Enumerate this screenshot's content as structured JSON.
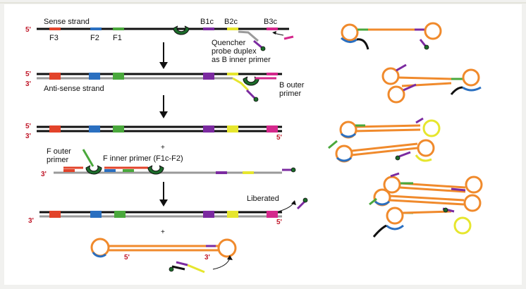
{
  "colors": {
    "backbone": "#111111",
    "gray": "#9a9a9a",
    "orange": "#f08a2c",
    "blue": "#2a6fc0",
    "green": "#4aa83c",
    "purple": "#7b2aa0",
    "yellow": "#e6e62e",
    "magenta": "#d4288c",
    "red_region": "#e2432a",
    "enzyme": "#1c6b2a",
    "end_label": "#c0182a"
  },
  "stage1": {
    "sense_label": "Sense strand",
    "five_prime": "5'",
    "b1c": "B1c",
    "b2c": "B2c",
    "b3c": "B3c",
    "f3": "F3",
    "f2": "F2",
    "f1": "F1",
    "quencher_line1": "Quencher",
    "quencher_line2": "probe duplex",
    "quencher_line3": "as B inner primer"
  },
  "stage2": {
    "five_prime": "5'",
    "three_prime": "3'",
    "antisense_label": "Anti-sense strand",
    "b_outer_line1": "B outer",
    "b_outer_line2": "primer"
  },
  "stage3": {
    "five_prime": "5'",
    "three_prime": "3'",
    "right_five_prime": "5'",
    "plus": "+",
    "f_outer_line1": "F outer",
    "f_outer_line2": "primer",
    "f_inner": "F inner primer (F1c-F2)",
    "three_prime_template": "3'"
  },
  "stage4": {
    "three_prime": "3'",
    "five_prime": "5'",
    "liberated": "Liberated",
    "plus": "+",
    "loop_five_prime": "5'",
    "loop_three_prime": "3'"
  }
}
